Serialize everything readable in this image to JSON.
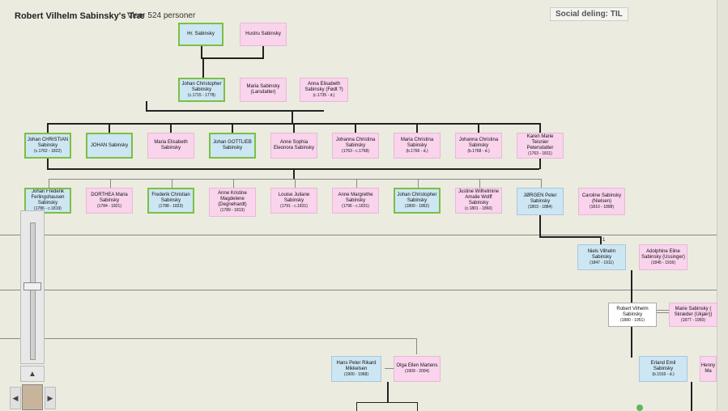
{
  "header": {
    "title": "Robert Vilhelm Sabinsky's Træ",
    "count": "Viser 524 personer",
    "share": "Social deling: TIL"
  },
  "tree": {
    "g1": [
      {
        "name": "Hr. Sabinsky",
        "dates": ""
      },
      {
        "name": "Hustru Sabinsky",
        "dates": ""
      }
    ],
    "g2": [
      {
        "name": "Johan Christopher Sabinsky",
        "dates": "(c.1715 - 1778)"
      },
      {
        "name": "Maria Sabinsky (Larsdatter)",
        "dates": ""
      },
      {
        "name": "Anna Elisabeth Sabinsky (Født ?)",
        "dates": "(c.1735 - d.)"
      }
    ],
    "g3": [
      {
        "name": "Johan CHRISTIAN Sabinsky",
        "dates": "(c.1762 - 1822)"
      },
      {
        "name": "JOHAN Sabinsky",
        "dates": ""
      },
      {
        "name": "Maria Elisabeth Sabinsky",
        "dates": ""
      },
      {
        "name": "Johan GOTTLIEB Sabinsky",
        "dates": ""
      },
      {
        "name": "Anne Sophia Eleonora Sabinsky",
        "dates": ""
      },
      {
        "name": "Johanna Christina Sabinsky",
        "dates": "(1763 - c.1768)"
      },
      {
        "name": "Maria Christina Sabinsky",
        "dates": "(b.1766 - d.)"
      },
      {
        "name": "Johanna Christina Sabinsky",
        "dates": "(b.1768 - d.)"
      },
      {
        "name": "Karen Marie Teisnier Petersdatter",
        "dates": "(1763 - 1811)"
      }
    ],
    "g4": [
      {
        "name": "Johan Frederik Ferlingshausen Sabinsky",
        "dates": "(1786 - c.1819)"
      },
      {
        "name": "DORTHEA Maria Sabinsky",
        "dates": "(1784 - 1821)"
      },
      {
        "name": "Frederik Christian Sabinsky",
        "dates": "(1788 - 1823)"
      },
      {
        "name": "Anne Kristine Magdelene (Degnehardt)",
        "dates": "(1789 - 1813)"
      },
      {
        "name": "Louise Juliane Sabinsky",
        "dates": "(1791 - c.1831)"
      },
      {
        "name": "Anne Margrethe Sabinsky",
        "dates": "(1796 - c.1831)"
      },
      {
        "name": "Johan Christopher Sabinsky",
        "dates": "(1800 - 1862)"
      },
      {
        "name": "Justine Wilhelmine Amalie Wolff Sabinsky",
        "dates": "(c.1801 - 1860)"
      },
      {
        "name": "JØRGEN Peter Sabinsky",
        "dates": "(1803 - 1884)"
      },
      {
        "name": "Caroline Sabinsky (Nielsen)",
        "dates": "(1810 - 1898)"
      }
    ],
    "g5": [
      {
        "name": "Niels Vilhelm Sabinsky",
        "dates": "(1847 - 1911)"
      },
      {
        "name": "Adolphine Eline Sabinsky (Ussinger)",
        "dates": "(1845 - 1916)"
      }
    ],
    "g6": [
      {
        "name": "Robert Vilhelm Sabinsky",
        "dates": "(1880 - 1951)"
      },
      {
        "name": "Marie Sabinsky ( Skræder (Ukjær))",
        "dates": "(1877 - 1950)"
      }
    ],
    "g7": [
      {
        "name": "Hans Peter Rikard Mikkelsen",
        "dates": "(1900 - 1968)"
      },
      {
        "name": "Olga Ellen Martens",
        "dates": "(1909 - 2004)"
      },
      {
        "name": "Erland Emil Sabinsky",
        "dates": "(b.1916 - d.)"
      },
      {
        "name": "Henny Ma",
        "dates": ""
      }
    ]
  },
  "marker": "1"
}
